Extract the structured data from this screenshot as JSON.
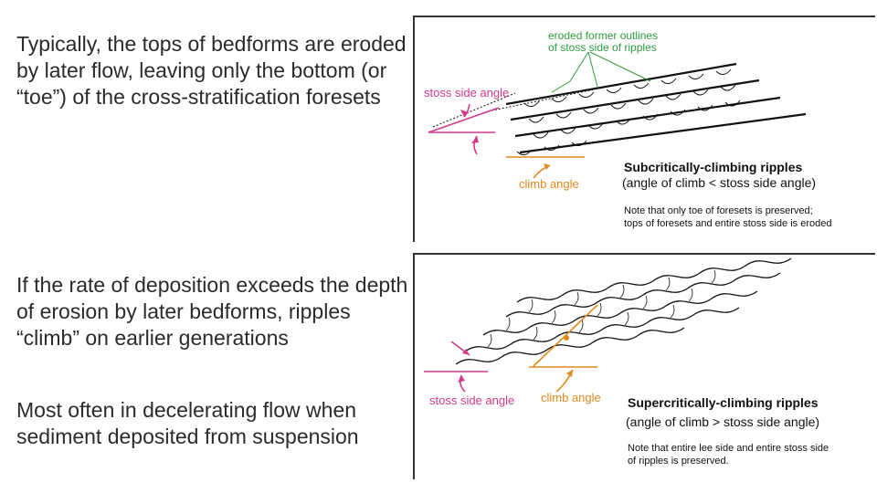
{
  "left_text": {
    "paragraph1": "Typically, the tops of bedforms are eroded by later flow, leaving only the bottom (or “toe”) of the cross-stratification foresets",
    "paragraph2": "If the rate of deposition exceeds the depth of erosion by later bedforms, ripples “climb” on earlier generations",
    "paragraph3": "Most often in decelerating flow when sediment deposited from suspension"
  },
  "figure_top": {
    "label_eroded_line1": "eroded former outlines",
    "label_eroded_line2": "of stoss side of ripples",
    "label_stoss": "stoss side angle",
    "label_climb": "climb angle",
    "title": "Subcritically-climbing ripples",
    "subtitle": "(angle of climb < stoss side angle)",
    "note_line1": "Note that only toe of foresets is preserved;",
    "note_line2": "tops of foresets and entire stoss side is eroded"
  },
  "figure_bottom": {
    "label_stoss": "stoss side angle",
    "label_climb": "climb angle",
    "title": "Supercritically-climbing ripples",
    "subtitle": "(angle of climb > stoss side angle)",
    "note_line1": "Note that entire lee side and entire stoss side",
    "note_line2": "of ripples is preserved."
  },
  "colors": {
    "green": "#2e9c3e",
    "pink": "#d23a8c",
    "orange": "#e08a1e",
    "ink": "#111111"
  }
}
